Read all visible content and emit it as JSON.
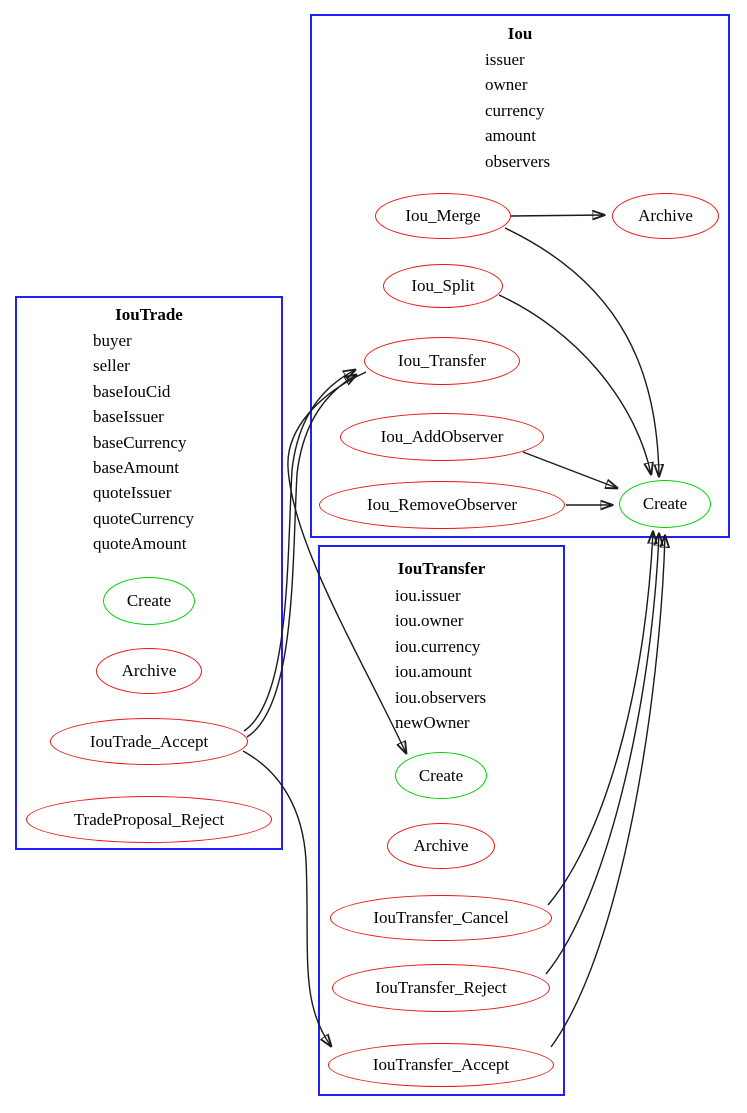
{
  "colors": {
    "cluster_border": "#2121f5",
    "choice_node": "#ee1414",
    "create_node": "#00d300",
    "edge": "#1a1a1a",
    "background": "#ffffff"
  },
  "clusters": [
    {
      "title": "Iou",
      "fields": [
        "issuer",
        "owner",
        "currency",
        "amount",
        "observers"
      ],
      "nodes": [
        {
          "label": "Iou_Merge",
          "kind": "choice"
        },
        {
          "label": "Archive",
          "kind": "choice"
        },
        {
          "label": "Iou_Split",
          "kind": "choice"
        },
        {
          "label": "Iou_Transfer",
          "kind": "choice"
        },
        {
          "label": "Iou_AddObserver",
          "kind": "choice"
        },
        {
          "label": "Iou_RemoveObserver",
          "kind": "choice"
        },
        {
          "label": "Create",
          "kind": "create"
        }
      ]
    },
    {
      "title": "IouTrade",
      "fields": [
        "buyer",
        "seller",
        "baseIouCid",
        "baseIssuer",
        "baseCurrency",
        "baseAmount",
        "quoteIssuer",
        "quoteCurrency",
        "quoteAmount"
      ],
      "nodes": [
        {
          "label": "Create",
          "kind": "create"
        },
        {
          "label": "Archive",
          "kind": "choice"
        },
        {
          "label": "IouTrade_Accept",
          "kind": "choice"
        },
        {
          "label": "TradeProposal_Reject",
          "kind": "choice"
        }
      ]
    },
    {
      "title": "IouTransfer",
      "fields": [
        "iou.issuer",
        "iou.owner",
        "iou.currency",
        "iou.amount",
        "iou.observers",
        "newOwner"
      ],
      "nodes": [
        {
          "label": "Create",
          "kind": "create"
        },
        {
          "label": "Archive",
          "kind": "choice"
        },
        {
          "label": "IouTransfer_Cancel",
          "kind": "choice"
        },
        {
          "label": "IouTransfer_Reject",
          "kind": "choice"
        },
        {
          "label": "IouTransfer_Accept",
          "kind": "choice"
        }
      ]
    }
  ],
  "edges": [
    {
      "from": "Iou_Merge",
      "to": "Iou.Archive"
    },
    {
      "from": "Iou_Merge",
      "to": "Iou.Create"
    },
    {
      "from": "Iou_Split",
      "to": "Iou.Create"
    },
    {
      "from": "Iou_AddObserver",
      "to": "Iou.Create"
    },
    {
      "from": "Iou_RemoveObserver",
      "to": "Iou.Create"
    },
    {
      "from": "IouTrade_Accept",
      "to": "Iou_Transfer"
    },
    {
      "from": "IouTrade_Accept",
      "to": "Iou_Transfer"
    },
    {
      "from": "Iou_Transfer",
      "to": "IouTransfer.Create"
    },
    {
      "from": "IouTrade_Accept",
      "to": "IouTransfer_Accept"
    },
    {
      "from": "IouTransfer_Cancel",
      "to": "Iou.Create"
    },
    {
      "from": "IouTransfer_Reject",
      "to": "Iou.Create"
    },
    {
      "from": "IouTransfer_Accept",
      "to": "Iou.Create"
    }
  ]
}
